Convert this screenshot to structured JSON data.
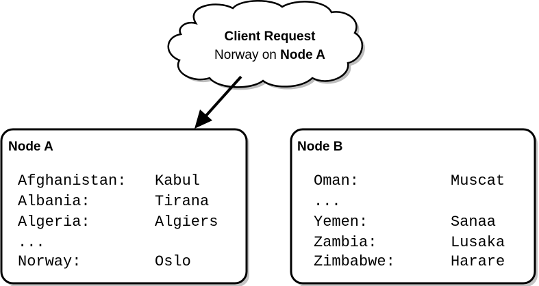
{
  "cloud": {
    "title": "Client Request",
    "line_prefix": "Norway on ",
    "line_bold": "Node A"
  },
  "node_a": {
    "title": "Node A",
    "rows": [
      {
        "key": "Afghanistan:",
        "value": "Kabul"
      },
      {
        "key": "Albania:",
        "value": "Tirana"
      },
      {
        "key": "Algeria:",
        "value": "Algiers"
      },
      {
        "key": "...",
        "value": ""
      },
      {
        "key": "Norway:",
        "value": "Oslo"
      }
    ]
  },
  "node_b": {
    "title": "Node B",
    "rows": [
      {
        "key": "Oman:",
        "value": "Muscat"
      },
      {
        "key": "...",
        "value": ""
      },
      {
        "key": "Yemen:",
        "value": "Sanaa"
      },
      {
        "key": "Zambia:",
        "value": "Lusaka"
      },
      {
        "key": "Zimbabwe:",
        "value": "Harare"
      }
    ]
  }
}
